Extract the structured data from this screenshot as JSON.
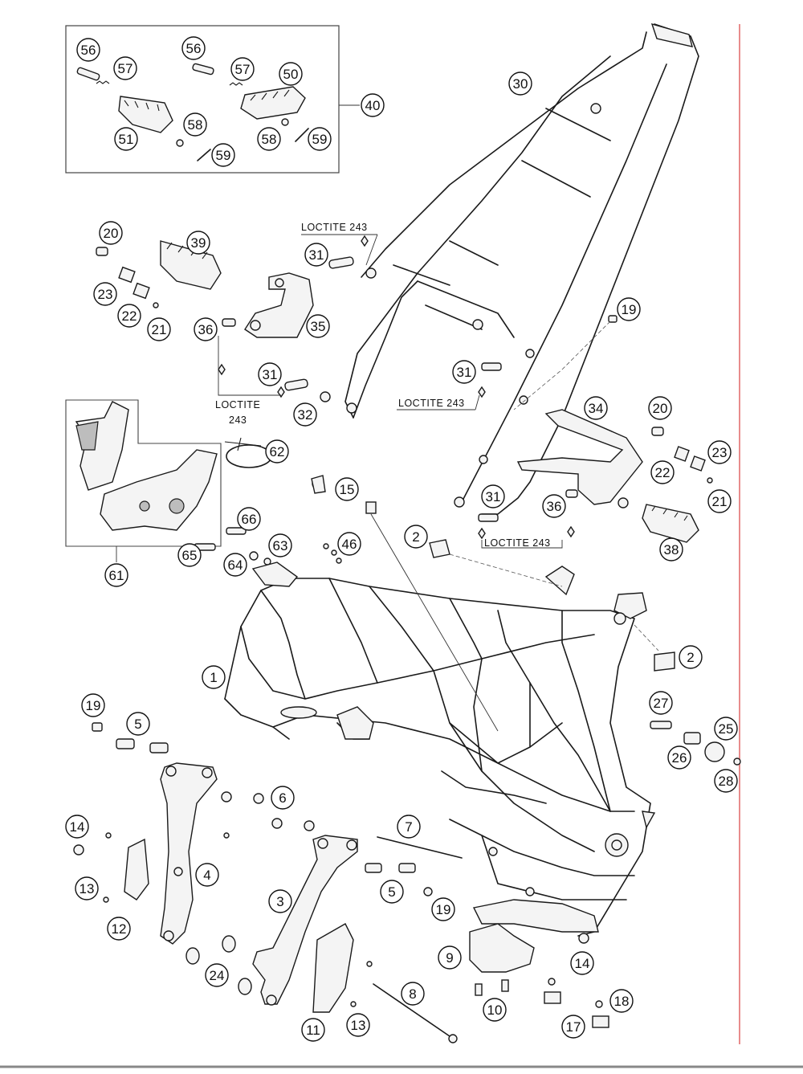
{
  "diagram": {
    "accent_line_color": "#e06666",
    "notes": {
      "loctite_a": "LOCTITE 243",
      "loctite_b_line1": "LOCTITE",
      "loctite_b_line2": "243",
      "loctite_c": "LOCTITE 243",
      "loctite_d": "LOCTITE 243"
    },
    "callouts": {
      "c56a": "56",
      "c57a": "57",
      "c56b": "56",
      "c57b": "57",
      "c50": "50",
      "c40": "40",
      "c51": "51",
      "c58a": "58",
      "c59a": "59",
      "c58b": "58",
      "c59b": "59",
      "c30": "30",
      "c20a": "20",
      "c39": "39",
      "c31a": "31",
      "c23a": "23",
      "c22a": "22",
      "c21a": "21",
      "c36a": "36",
      "c35": "35",
      "c19a": "19",
      "c31b": "31",
      "c31c": "31",
      "c32": "32",
      "c34": "34",
      "c20b": "20",
      "c23b": "23",
      "c22b": "22",
      "c21b": "21",
      "c62": "62",
      "c15": "15",
      "c31d": "31",
      "c36b": "36",
      "c66": "66",
      "c2a": "2",
      "c46": "46",
      "c63": "63",
      "c38": "38",
      "c65": "65",
      "c64": "64",
      "c61": "61",
      "c1": "1",
      "c2b": "2",
      "c19b": "19",
      "c5a": "5",
      "c27": "27",
      "c25": "25",
      "c26": "26",
      "c28": "28",
      "c6": "6",
      "c7": "7",
      "c14a": "14",
      "c4": "4",
      "c3": "3",
      "c5b": "5",
      "c13a": "13",
      "c19c": "19",
      "c12": "12",
      "c9": "9",
      "c14b": "14",
      "c24": "24",
      "c8": "8",
      "c10": "10",
      "c18": "18",
      "c11": "11",
      "c13b": "13",
      "c17": "17"
    }
  }
}
